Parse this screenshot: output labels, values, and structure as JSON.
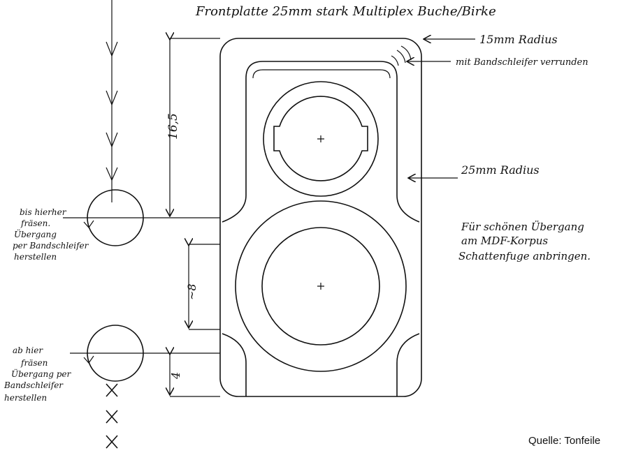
{
  "title": "Frontplatte 25mm stark Multiplex Buche/Birke",
  "annotations": {
    "radius_15": "15mm Radius",
    "sand_round": "mit Bandschleifer verrunden",
    "radius_25": "25mm Radius",
    "note_lines": [
      "Für schönen Übergang",
      "am MDF-Korpus",
      "Schattenfuge anbringen."
    ],
    "upper_left_lines": [
      "bis hierher",
      "fräsen.",
      "Übergang",
      "per Bandschleifer",
      "herstellen"
    ],
    "lower_left_lines": [
      "ab hier",
      "fräsen",
      "Übergang per",
      "Bandschleifer",
      "herstellen"
    ]
  },
  "dimensions": {
    "top": "16,5",
    "middle": "~8",
    "bottom": "4"
  },
  "source": "Quelle: Tonfeile",
  "colors": {
    "ink": "#111111",
    "paper": "#ffffff"
  }
}
